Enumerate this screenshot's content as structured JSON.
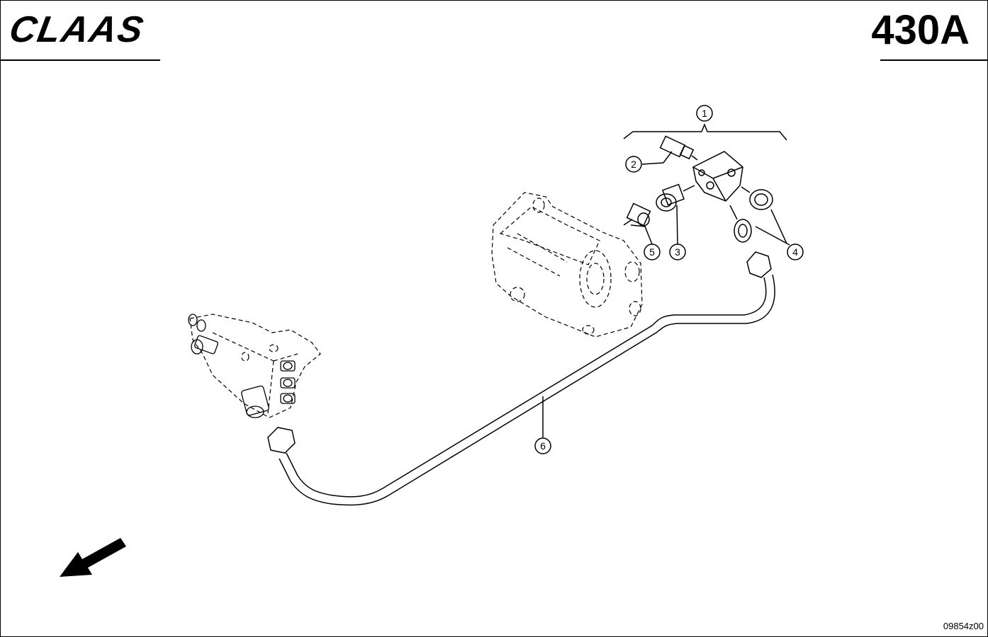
{
  "header": {
    "brand": "CLAAS",
    "page_code": "430A"
  },
  "footer": {
    "drawing_id": "09854z00"
  },
  "callouts": [
    {
      "id": "callout-1",
      "number": "1"
    },
    {
      "id": "callout-2",
      "number": "2"
    },
    {
      "id": "callout-3",
      "number": "3"
    },
    {
      "id": "callout-4",
      "number": "4"
    },
    {
      "id": "callout-5",
      "number": "5"
    },
    {
      "id": "callout-6",
      "number": "6"
    }
  ]
}
